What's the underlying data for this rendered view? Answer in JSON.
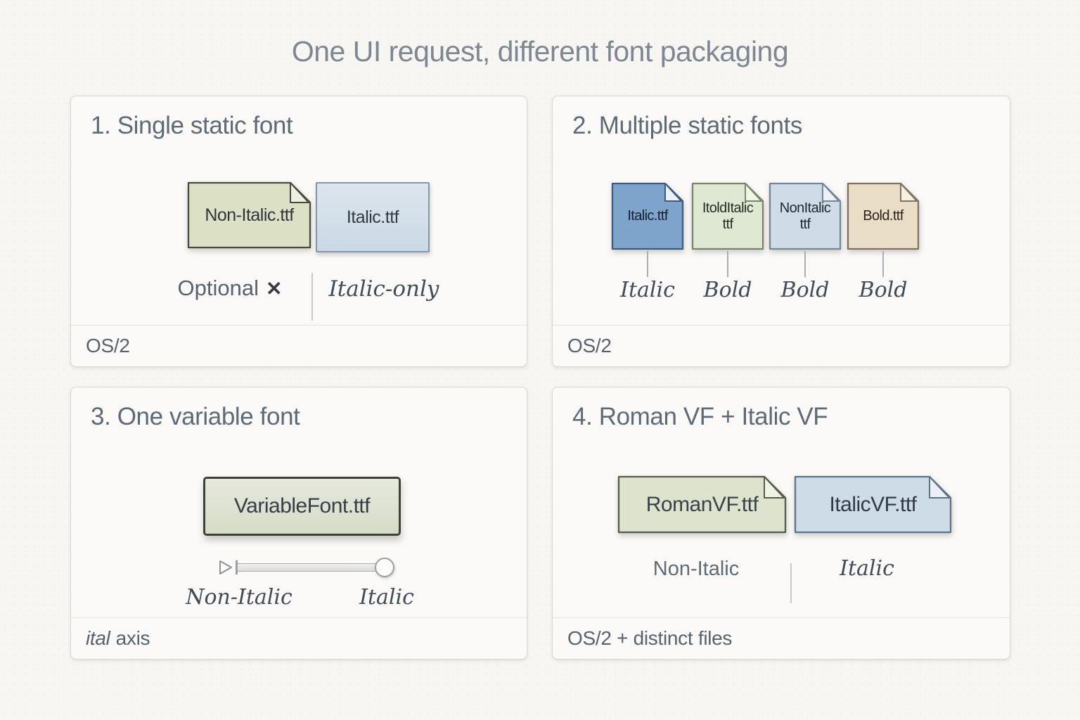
{
  "title": "One UI request, different font packaging",
  "colors": {
    "background": "#f7f6f3",
    "title": "#7d8893",
    "heading": "#5d6b77",
    "serif_label": "#414c57",
    "footer": "#57636e",
    "slider_chrome": "#9aa0a2"
  },
  "panels": {
    "p1": {
      "heading": "1. Single static font",
      "files": [
        {
          "name": "Non-Italic.ttf",
          "fill": "#dce1c6",
          "edge": "#474b3c",
          "flap": "#eef0e3",
          "ink": "#2f343a"
        },
        {
          "name": "Italic.ttf",
          "fill": "#d3dfe9",
          "edge": "#8497aa",
          "ink": "#333a41"
        }
      ],
      "annotation_left": "Optional",
      "annotation_left_icon": "✕",
      "annotation_right": "Italic-only",
      "footer": "OS/2"
    },
    "p2": {
      "heading": "2. Multiple static fonts",
      "files": [
        {
          "name": "Italic.ttf",
          "tag": "Italic",
          "fill": "#7fa4cb",
          "edge": "#3c5a82",
          "flap": "#eaf1f7",
          "ink": "#121f2f"
        },
        {
          "name": "ItoldItalic ttf",
          "tag": "Bold",
          "fill": "#dfe8d3",
          "edge": "#7c8569",
          "flap": "#f1f5e8",
          "ink": "#272c25"
        },
        {
          "name": "NonItalic ttf",
          "tag": "Bold",
          "fill": "#cfdce8",
          "edge": "#74879a",
          "flap": "#edf2f7",
          "ink": "#202832"
        },
        {
          "name": "Bold.ttf",
          "tag": "Bold",
          "fill": "#e9ddc6",
          "edge": "#7e7361",
          "flap": "#f6f0e2",
          "ink": "#2b261d"
        }
      ],
      "footer": "OS/2"
    },
    "p3": {
      "heading": "3. One variable font",
      "file": {
        "name": "VariableFont.ttf",
        "fill": "#dfe3d4",
        "edge": "#3e4236",
        "ink": "#363d44"
      },
      "slider_label_left": "Non-Italic",
      "slider_label_right": "Italic",
      "footer_axis_tag": "ital",
      "footer_rest": "axis"
    },
    "p4": {
      "heading": "4. Roman VF + Italic VF",
      "files": [
        {
          "name": "RomanVF.ttf",
          "fill": "#dde3cd",
          "edge": "#565b4c",
          "flap": "#eff3e3",
          "ink": "#3b424a"
        },
        {
          "name": "ItalicVF.ttf",
          "fill": "#cedce8",
          "edge": "#5e7486",
          "flap": "#e9f0f6",
          "ink": "#323b44"
        }
      ],
      "label_left": "Non-Italic",
      "label_right": "Italic",
      "footer": "OS/2 + distinct files"
    }
  }
}
